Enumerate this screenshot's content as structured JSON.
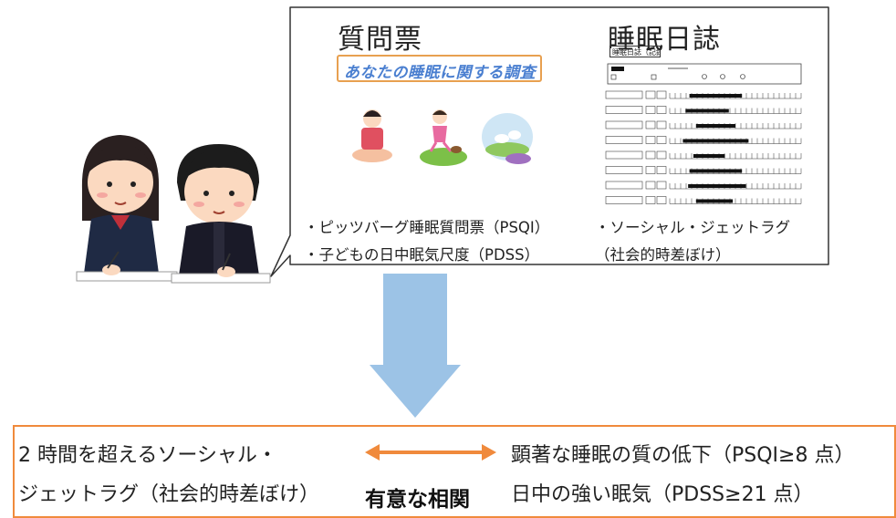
{
  "bubble": {
    "questionnaire": {
      "heading": "質問票",
      "survey_title": "あなたの睡眠に関する調査",
      "bullets": [
        "・ピッツバーグ睡眠質問票（PSQI）",
        "・子どもの日中眠気尺度（PDSS）"
      ]
    },
    "sleep_log": {
      "heading": "睡眠日誌",
      "form_label": "睡眠日誌（記録票）",
      "bullets": [
        "・ソーシャル・ジェットラグ",
        "（社会的時差ぼけ）"
      ]
    }
  },
  "arrow_color": "#9cc3e6",
  "accent_color": "#f08a3c",
  "result": {
    "left_lines": [
      "2 時間を超えるソーシャル・",
      "ジェットラグ（社会的時差ぼけ）"
    ],
    "relation_label": "有意な相関",
    "right_lines": [
      "顕著な睡眠の質の低下（PSQI≥8 点）",
      "日中の強い眠気（PDSS≥21 点）"
    ]
  }
}
